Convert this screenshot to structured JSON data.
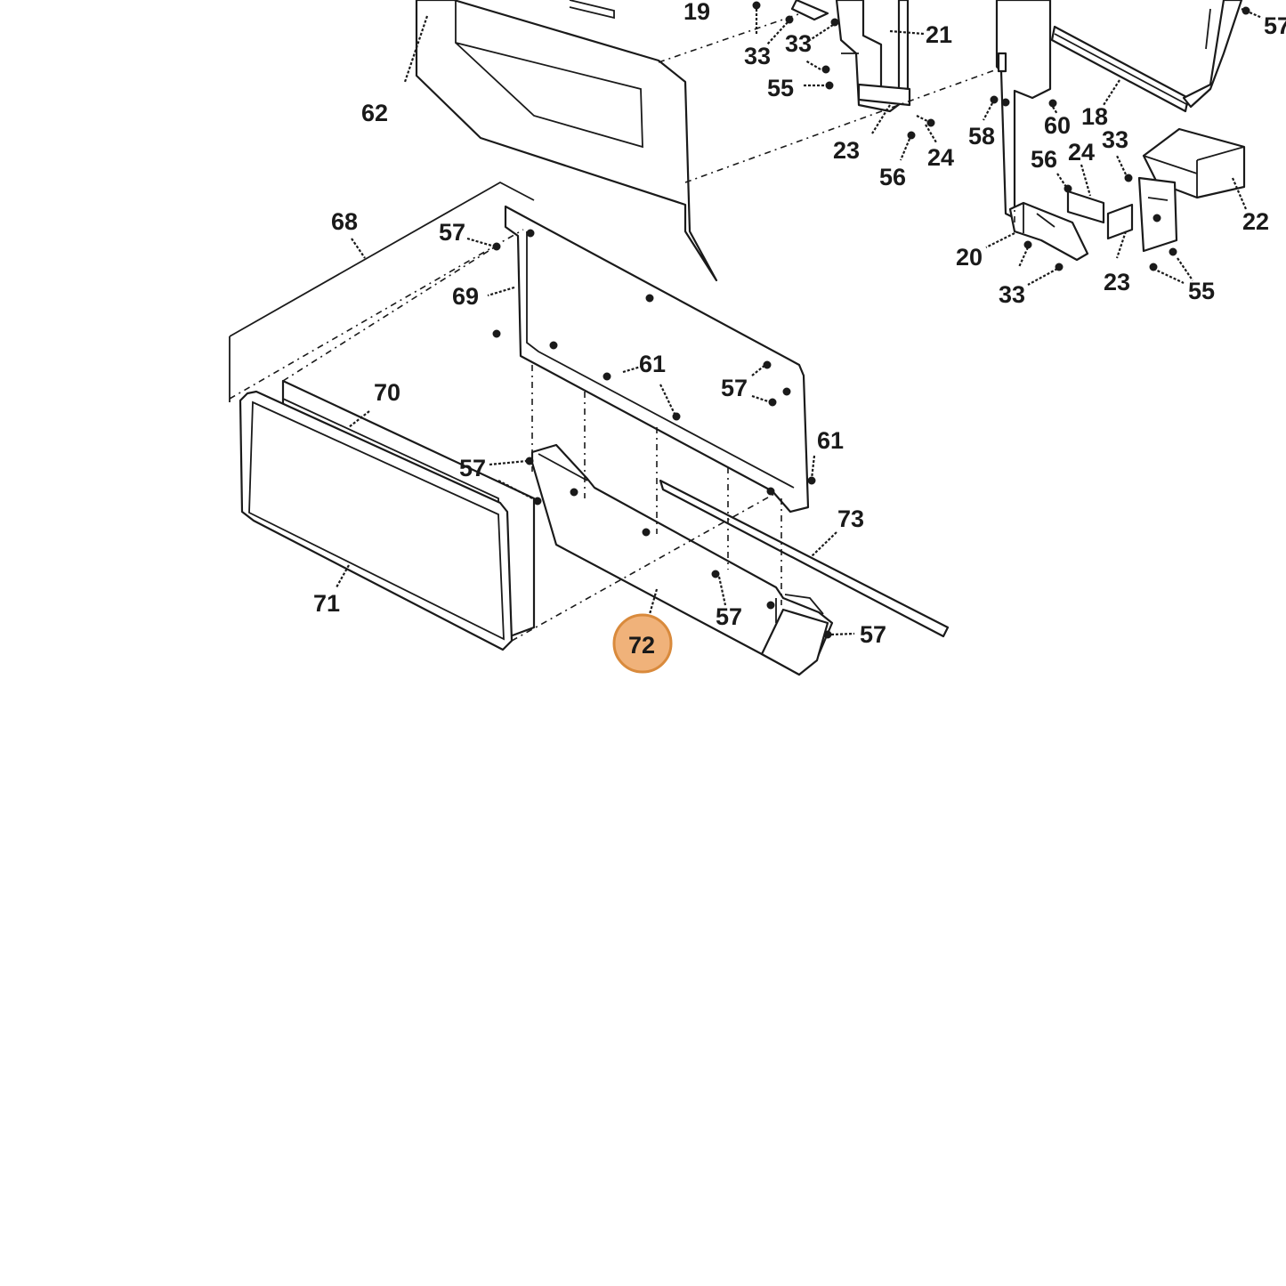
{
  "callouts": {
    "c19": "19",
    "c33a": "33",
    "c33b": "33",
    "c21": "21",
    "c55a": "55",
    "c57top": "57",
    "c62": "62",
    "c18": "18",
    "c60": "60",
    "c58": "58",
    "c23a": "23",
    "c24a": "24",
    "c56a": "56",
    "c33c": "33",
    "c24b": "24",
    "c56b": "56",
    "c22": "22",
    "c20": "20",
    "c23b": "23",
    "c33d": "33",
    "c55b": "55",
    "c68": "68",
    "c57a": "57",
    "c69": "69",
    "c61a": "61",
    "c57b": "57",
    "c70": "70",
    "c57c": "57",
    "c61b": "61",
    "c73": "73",
    "c71": "71",
    "c57d": "57",
    "c57e": "57",
    "c72": "72"
  },
  "highlight": {
    "callout": "72",
    "color": "#f0b27a"
  }
}
